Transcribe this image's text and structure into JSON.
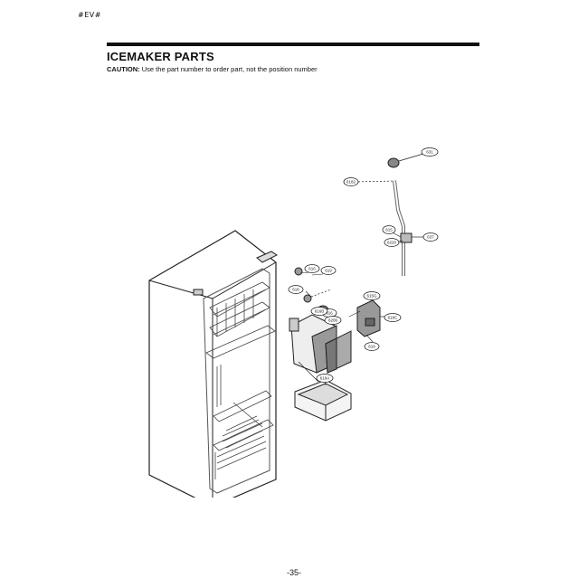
{
  "header": {
    "corner_code": "#EV#",
    "title": "ICEMAKER PARTS",
    "caution_label": "CAUTION:",
    "caution_text": "Use the part number to order part, not the position number"
  },
  "callouts": {
    "c1": "631",
    "c2": "6182",
    "c3": "615",
    "c4": "6220",
    "c5": "637",
    "c6": "616",
    "c7": "619",
    "c8": "618",
    "c9": "616",
    "c10": "615G",
    "c11": "616C",
    "c12": "616B",
    "c13": "6206",
    "c14": "619",
    "c15": "616A",
    "c16": "619A"
  },
  "footer": {
    "page_number": "-35-"
  }
}
